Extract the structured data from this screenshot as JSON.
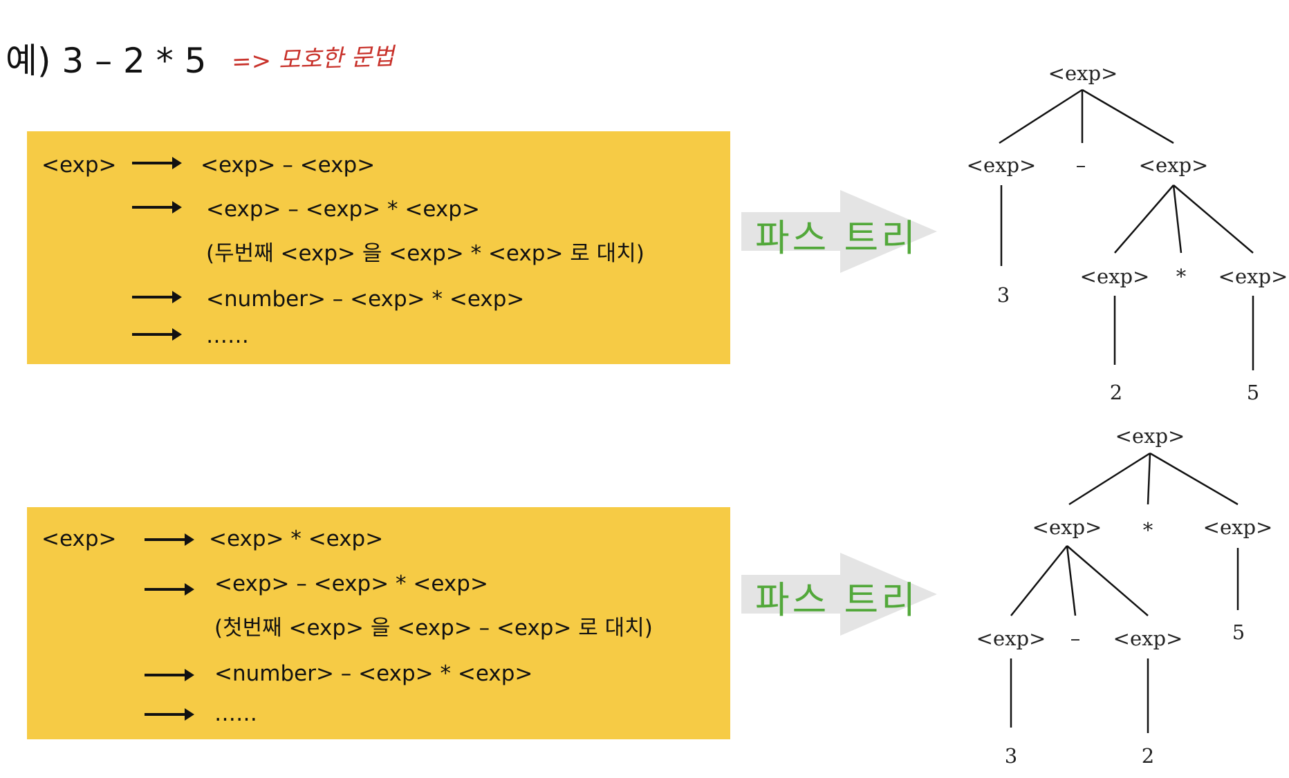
{
  "title": {
    "example": "예) 3 – 2 * 5",
    "note": "=> 모호한 문법"
  },
  "derivation1": {
    "start": "<exp>",
    "lines": [
      "<exp> – <exp>",
      "<exp> – <exp> * <exp>",
      "(두번째 <exp> 을 <exp> * <exp> 로 대치)",
      "<number> – <exp> * <exp>",
      "……"
    ]
  },
  "derivation2": {
    "start": "<exp>",
    "lines": [
      "<exp> * <exp>",
      "<exp> – <exp> * <exp>",
      "(첫번째 <exp> 을 <exp> – <exp> 로 대치)",
      "<number> – <exp> * <exp>",
      "……"
    ]
  },
  "arrow_label": "파스 트리",
  "tree1": {
    "root": "<exp>",
    "left": "<exp>",
    "op": "–",
    "right": "<exp>",
    "left_leaf": "3",
    "rl": "<exp>",
    "rop": "*",
    "rr": "<exp>",
    "rl_leaf": "2",
    "rr_leaf": "5"
  },
  "tree2": {
    "root": "<exp>",
    "left": "<exp>",
    "op": "*",
    "right": "<exp>",
    "right_leaf": "5",
    "ll": "<exp>",
    "lop": "–",
    "lr": "<exp>",
    "ll_leaf": "3",
    "lr_leaf": "2"
  },
  "colors": {
    "box": "#f6cb45",
    "note": "#c8312a",
    "arrow_label": "#52a83a",
    "big_arrow": "#e4e4e4"
  }
}
